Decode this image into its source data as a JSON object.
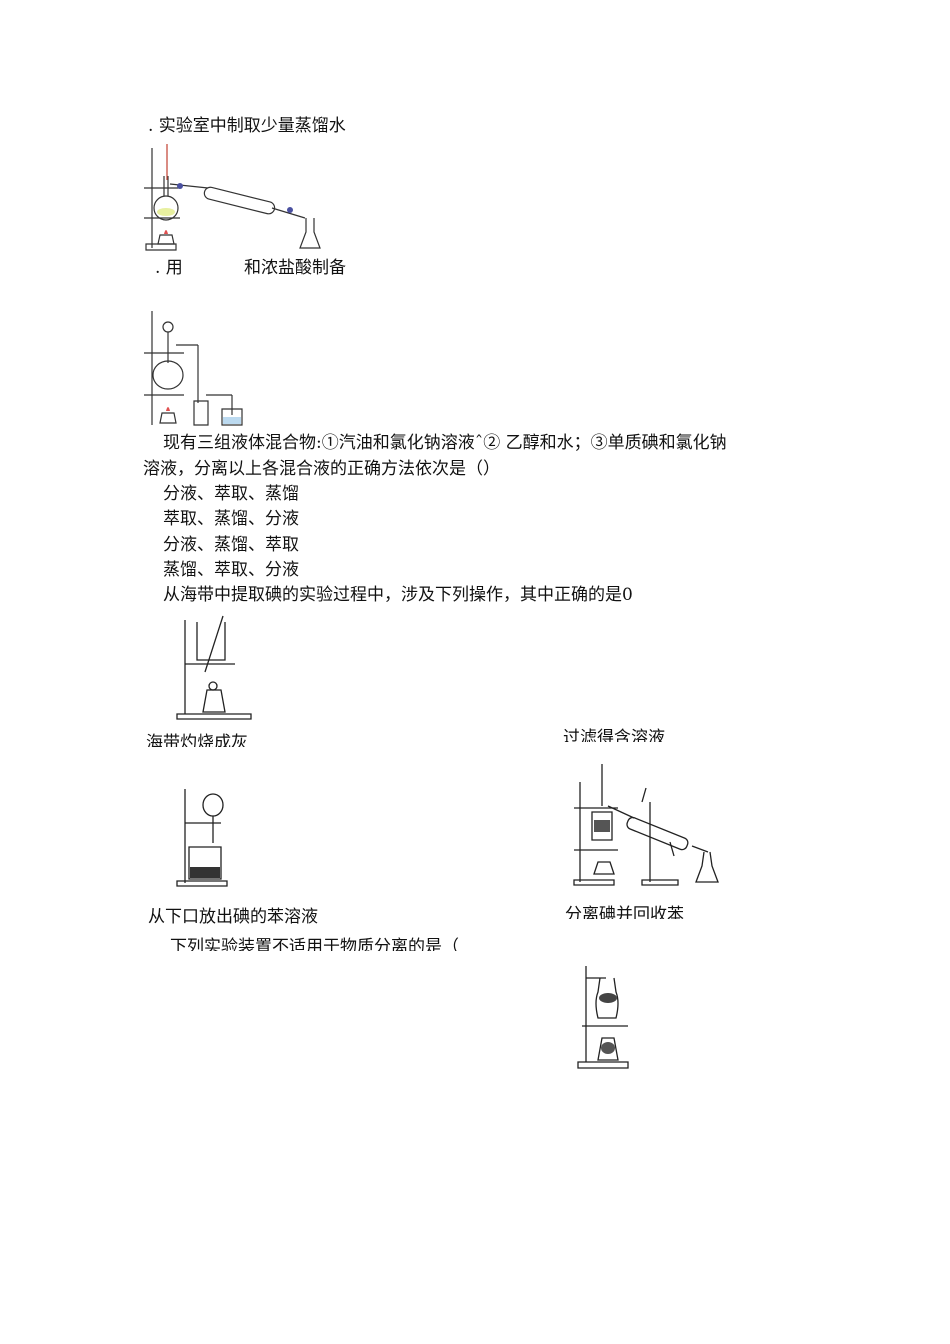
{
  "q1": {
    "option_a": ". 实验室中制取少量蒸馏水"
  },
  "q2": {
    "option_b_part1": ".  用",
    "option_b_part2": "和浓盐酸制备"
  },
  "q3": {
    "stem_line1": "现有三组液体混合物:①汽油和氯化钠溶液ˆ② 乙醇和水；③单质碘和氯化钠",
    "stem_line2": "溶液，分离以上各混合液的正确方法依次是（）",
    "choices": [
      "分液、萃取、蒸馏",
      "萃取、蒸馏、分液",
      "分液、蒸馏、萃取",
      "蒸馏、萃取、分液"
    ]
  },
  "q4": {
    "stem": "从海带中提取碘的实验过程中，涉及下列操作，其中正确的是0",
    "caption_a": "海带灼烧成灰",
    "caption_b": "过滤得含溶液",
    "caption_c": "从下口放出碘的苯溶液",
    "caption_d": "分离碘并回收苯"
  },
  "q5": {
    "stem": "下列实验装置不适用于物质分离的是（"
  }
}
